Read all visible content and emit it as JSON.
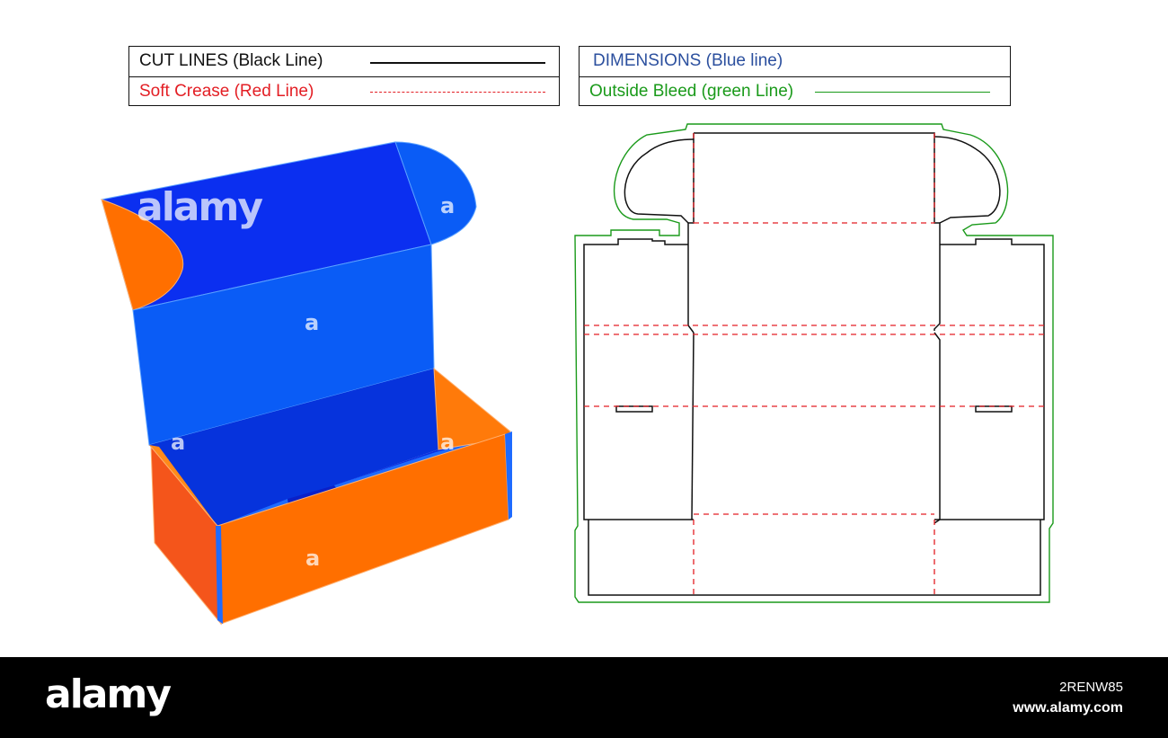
{
  "legend": {
    "cut_lines": {
      "label": "CUT LINES (Black Line)",
      "color": "#000000",
      "style": "solid"
    },
    "soft_crease": {
      "label": "Soft Crease (Red Line)",
      "color": "#e31e24",
      "style": "dashed"
    },
    "dimensions": {
      "label": "DIMENSIONS (Blue line)",
      "color": "#2b4f9e",
      "style": "double-arrow"
    },
    "outside_bleed": {
      "label": "Outside Bleed (green Line)",
      "color": "#1a9a1a",
      "style": "solid"
    }
  },
  "box_colors": {
    "dark_blue": "#0b2ff0",
    "mid_blue": "#0a5cf6",
    "light_blue": "#1e6bff",
    "orange": "#ff6f00",
    "dark_orange": "#f4551b",
    "navy": "#0a20c8"
  },
  "watermarks": {
    "brand": "alamy",
    "small": "a"
  },
  "footer": {
    "logo": "alamy",
    "image_id": "2RENW85",
    "site": "www.alamy.com"
  }
}
